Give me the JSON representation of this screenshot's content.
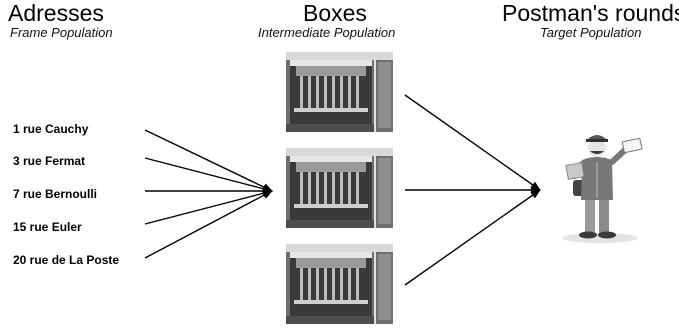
{
  "columns": {
    "left": {
      "title": "Adresses",
      "subtitle": "Frame Population"
    },
    "middle": {
      "title": "Boxes",
      "subtitle": "Intermediate Population"
    },
    "right": {
      "title": "Postman's rounds",
      "subtitle": "Target Population"
    }
  },
  "addresses": [
    "1 rue Cauchy",
    "3 rue Fermat",
    "7 rue Bernoulli",
    "15 rue Euler",
    "20 rue de La Poste"
  ],
  "boxes_count": 3,
  "icons": {
    "boxes": "mailbox-photo",
    "target": "postman-figure"
  }
}
